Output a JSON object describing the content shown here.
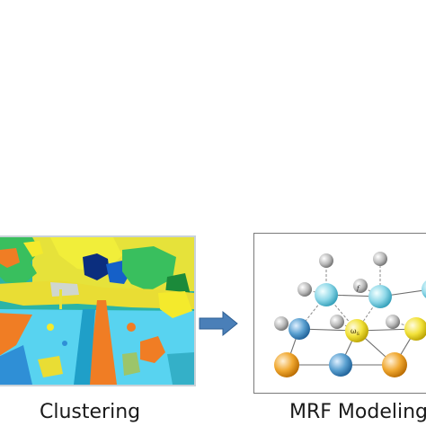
{
  "stages": {
    "clustering": {
      "caption": "Clustering"
    },
    "mrf": {
      "caption": "MRF Modeling",
      "node_label": "ω",
      "node_sub": "S",
      "small_label": "f"
    }
  },
  "colors": {
    "arrow": "#4a7fb8",
    "cyan": "#58d3f0",
    "orange": "#f07d24",
    "yellow": "#f4ea2c",
    "green": "#39bf5e",
    "navy": "#0b2e7e",
    "blue": "#1560c8",
    "teal": "#2bb4a6"
  },
  "icons": [
    "right-arrow-icon"
  ]
}
